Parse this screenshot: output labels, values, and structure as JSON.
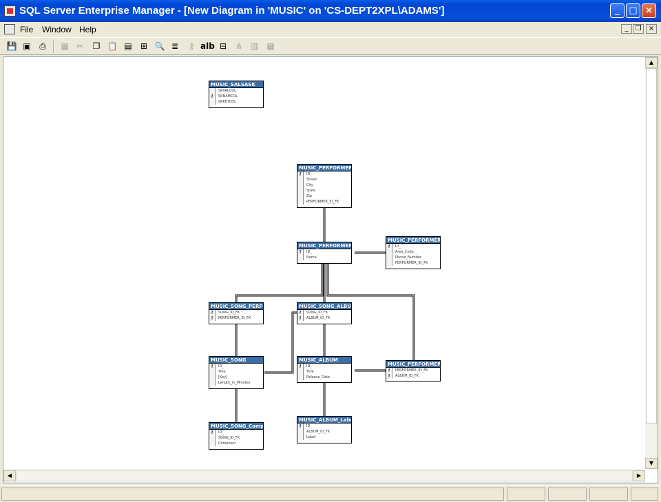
{
  "window": {
    "title": "SQL Server Enterprise Manager - [New Diagram in 'MUSIC' on 'CS-DEPT2XPL\\ADAMS']"
  },
  "titlebar_buttons": {
    "minimize": "_",
    "maximize": "□",
    "close": "×"
  },
  "menu": {
    "file": "File",
    "window": "Window",
    "help": "Help"
  },
  "mdi_buttons": {
    "minimize": "_",
    "restore": "❐",
    "close": "×"
  },
  "toolbar": {
    "text_label": "alb"
  },
  "scrollbar": {
    "up": "▲",
    "down": "▼",
    "left": "◀",
    "right": "▶"
  },
  "tables": [
    {
      "name": "MUSIC_SALSASK",
      "columns": [
        {
          "name": "SKVALCOL",
          "key": false
        },
        {
          "name": "SKNAMCOL",
          "key": true
        },
        {
          "name": "SKKEYCOL",
          "key": false
        }
      ]
    },
    {
      "name": "MUSIC_PERFORMER_A",
      "columns": [
        {
          "name": "ID_",
          "key": true
        },
        {
          "name": "Street",
          "key": false
        },
        {
          "name": "City",
          "key": false
        },
        {
          "name": "State",
          "key": false
        },
        {
          "name": "Zip",
          "key": false
        },
        {
          "name": "PERFORMER_ID_FK",
          "key": false
        }
      ]
    },
    {
      "name": "MUSIC_PERFORMER",
      "columns": [
        {
          "name": "ID_",
          "key": true
        },
        {
          "name": "Name",
          "key": false
        }
      ]
    },
    {
      "name": "MUSIC_PERFORMER_C",
      "columns": [
        {
          "name": "ID_",
          "key": true
        },
        {
          "name": "Area_Code",
          "key": false
        },
        {
          "name": "Phone_Number",
          "key": false
        },
        {
          "name": "PERFORMER_ID_FK",
          "key": false
        }
      ]
    },
    {
      "name": "MUSIC_SONG_PERFOR",
      "columns": [
        {
          "name": "SONG_ID_FK",
          "key": true
        },
        {
          "name": "PERFORMER_ID_FK",
          "key": true
        }
      ]
    },
    {
      "name": "MUSIC_SONG_ALBUM",
      "columns": [
        {
          "name": "SONG_ID_FK",
          "key": true
        },
        {
          "name": "ALBUM_ID_FK",
          "key": true
        }
      ]
    },
    {
      "name": "MUSIC_SONG",
      "columns": [
        {
          "name": "ID_",
          "key": true
        },
        {
          "name": "Title",
          "key": false
        },
        {
          "name": "[Key]",
          "key": false
        },
        {
          "name": "Length_in_Minutes",
          "key": false
        }
      ]
    },
    {
      "name": "MUSIC_ALBUM",
      "columns": [
        {
          "name": "ID_",
          "key": true
        },
        {
          "name": "Title",
          "key": false
        },
        {
          "name": "Release_Date",
          "key": false
        }
      ]
    },
    {
      "name": "MUSIC_PERFORMER_A",
      "columns": [
        {
          "name": "PERFORMER_ID_FK",
          "key": true
        },
        {
          "name": "ALBUM_ID_FK",
          "key": true
        }
      ]
    },
    {
      "name": "MUSIC_SONG_Compos",
      "columns": [
        {
          "name": "ID_",
          "key": true
        },
        {
          "name": "SONG_ID_FK",
          "key": false
        },
        {
          "name": "Composer",
          "key": false
        }
      ]
    },
    {
      "name": "MUSIC_ALBUM_Label",
      "columns": [
        {
          "name": "ID_",
          "key": true
        },
        {
          "name": "ALBUM_ID_FK",
          "key": false
        },
        {
          "name": "Label",
          "key": false
        }
      ]
    }
  ]
}
